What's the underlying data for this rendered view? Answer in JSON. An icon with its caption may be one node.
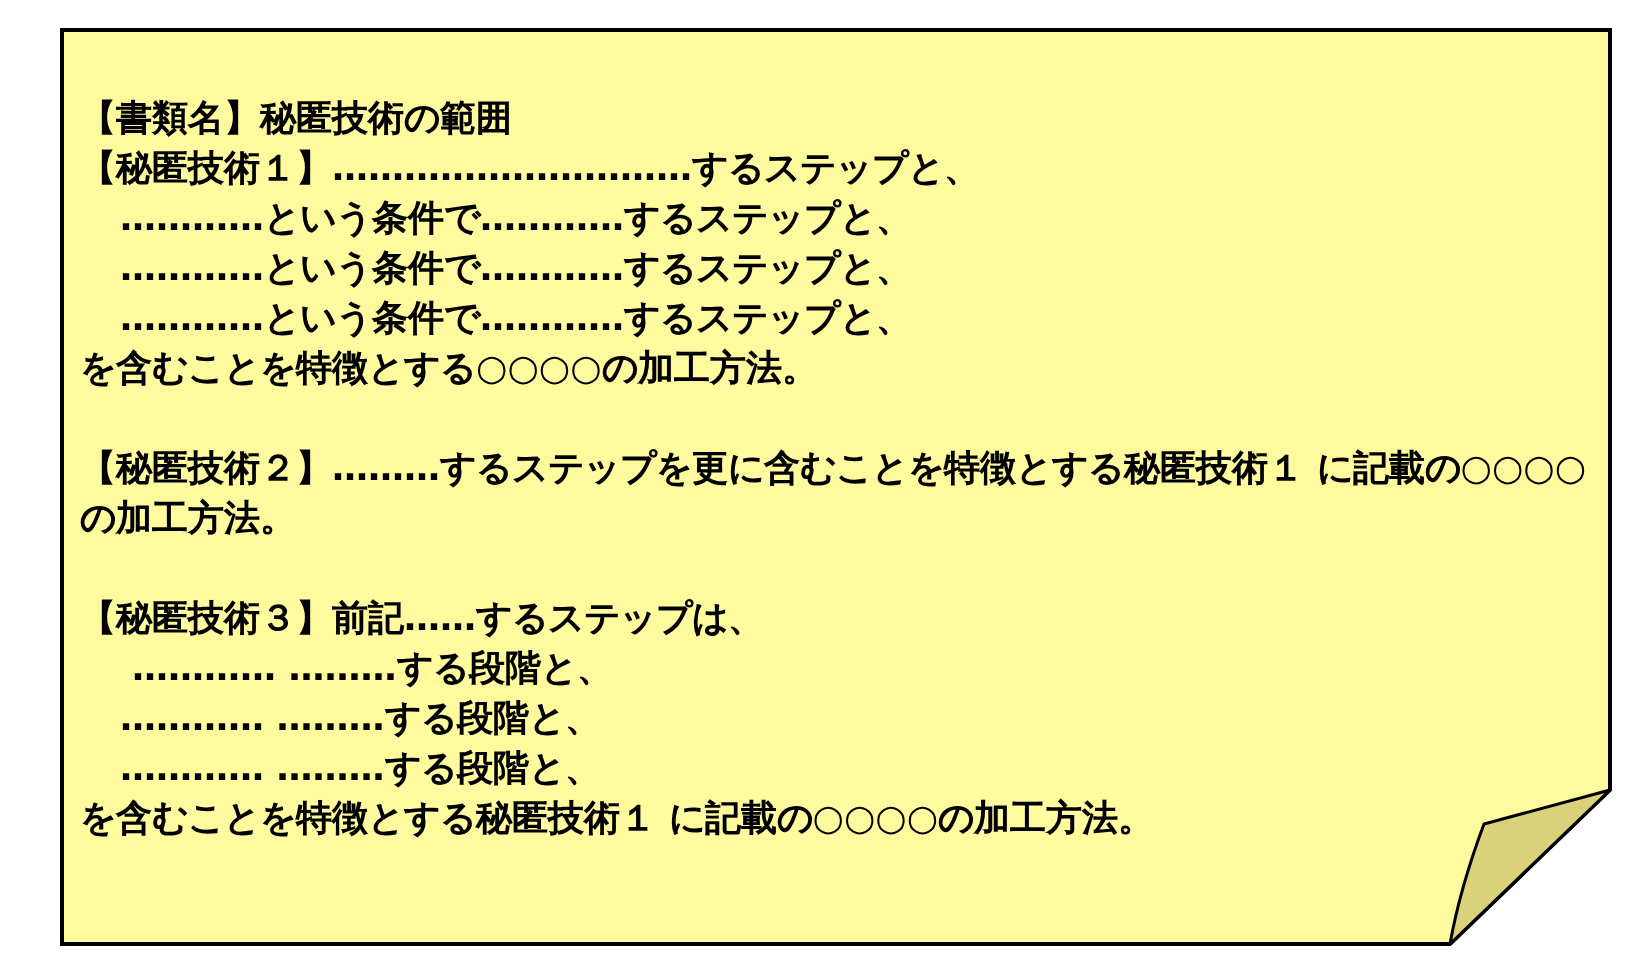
{
  "diagram": {
    "nodes": [
      {
        "text": [
          "【書類名】秘匿技術の範囲",
          "【秘匿技術１】…………………………するステップと、",
          "…………という条件で…………するステップと、",
          "…………という条件で…………するステップと、",
          "…………という条件で…………するステップと、",
          "を含むことを特徴とする○○○○の加工方法。",
          "【秘匿技術２】………するステップを更に含むことを特徴とする秘匿技術１ に記載の○○○○の加工方法。",
          "【秘匿技術３】前記……するステップは、",
          "………… ………する段階と、",
          "………… ………する段階と、",
          "………… ………する段階と、",
          "を含むことを特徴とする秘匿技術１ に記載の○○○○の加工方法。"
        ]
      }
    ]
  }
}
